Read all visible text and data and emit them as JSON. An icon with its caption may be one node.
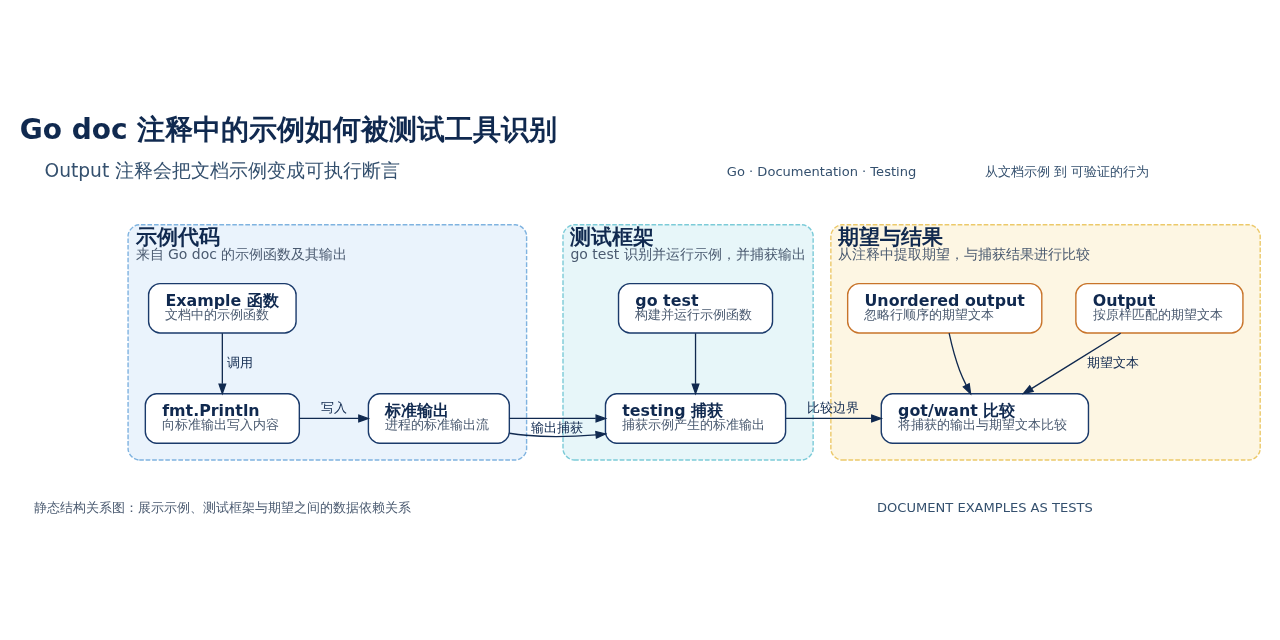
{
  "diagram": {
    "title": "Go doc 注释中的示例如何被测试工具识别",
    "caption": "静态结构关系图：展示示例、测试框架与期望之间的数据依赖关系",
    "nodes": [
      {
        "text": [
          "示例代码",
          "来自 Go doc 的示例函数及其输出"
        ]
      },
      {
        "text": [
          "Example 函数",
          "文档中的示例函数"
        ],
        "in": 0
      },
      {
        "text": [
          "fmt.Println",
          "向标准输出写入内容"
        ],
        "in": 0
      },
      {
        "text": [
          "标准输出",
          "进程的标准输出流"
        ],
        "in": 0
      },
      {
        "text": [
          "测试框架",
          "go test 识别并运行示例，并捕获输出"
        ]
      },
      {
        "text": [
          "go test",
          "构建并运行示例函数"
        ],
        "in": 4
      },
      {
        "text": [
          "testing 捕获",
          "捕获示例产生的标准输出"
        ],
        "in": 4
      },
      {
        "text": [
          "期望与结果",
          "从注释中提取期望，与捕获结果进行比较"
        ]
      },
      {
        "text": [
          "Output",
          "按原样匹配的期望文本"
        ],
        "in": 7
      },
      {
        "text": [
          "Unordered output",
          "忽略行顺序的期望文本"
        ],
        "in": 7
      },
      {
        "text": [
          "got/want 比较",
          "将捕获的输出与期望文本比较"
        ],
        "in": 7
      }
    ],
    "edges": [
      {
        "from": 1,
        "to": 2,
        "arrow": "to",
        "label": "调用"
      },
      {
        "from": 2,
        "to": 3,
        "arrow": "to",
        "label": "写入"
      },
      {
        "from": 3,
        "to": 6,
        "arrow": "to",
        "label": "输出捕获"
      },
      {
        "from": 5,
        "to": 6,
        "arrow": "to"
      },
      {
        "from": 6,
        "to": 10,
        "arrow": "to",
        "label": "比较边界"
      },
      {
        "from": 8,
        "to": 10,
        "arrow": "to",
        "label": "期望文本"
      },
      {
        "from": 9,
        "to": 10,
        "arrow": "to"
      }
    ],
    "labels": [
      "Output 注释会把文档示例变成可执行断言",
      "Go · Documentation · Testing",
      "从文档示例 到 可验证的行为",
      "DOCUMENT EXAMPLES AS TESTS"
    ]
  }
}
